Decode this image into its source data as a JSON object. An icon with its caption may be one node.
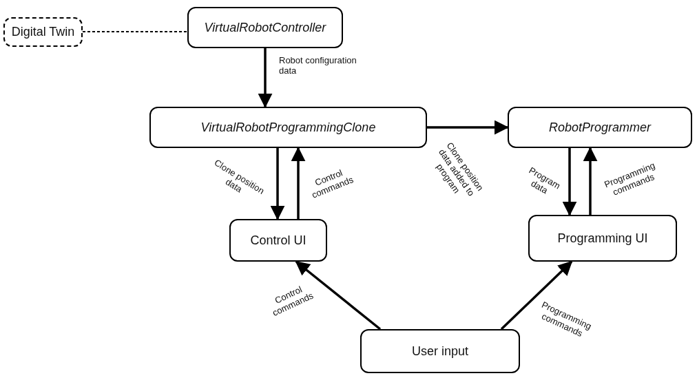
{
  "diagram": {
    "nodes": [
      {
        "text": [
          "Digital Twin"
        ]
      },
      {
        "text": [
          "VirtualRobotController"
        ]
      },
      {
        "text": [
          "VirtualRobotProgrammingClone"
        ]
      },
      {
        "text": [
          "RobotProgrammer"
        ]
      },
      {
        "text": [
          "Control UI"
        ]
      },
      {
        "text": [
          "Programming UI"
        ]
      },
      {
        "text": [
          "User input"
        ]
      }
    ],
    "edges": [
      {
        "from": 0,
        "to": 1,
        "arrow": "none",
        "style": "dashed"
      },
      {
        "from": 1,
        "to": 2,
        "arrow": "to",
        "label": "Robot configuration data"
      },
      {
        "from": 2,
        "to": 3,
        "arrow": "to",
        "label": "Clone position data added to program"
      },
      {
        "from": 2,
        "to": 4,
        "arrow": "to",
        "label": "Clone position data"
      },
      {
        "from": 4,
        "to": 2,
        "arrow": "to",
        "label": "Control commands"
      },
      {
        "from": 3,
        "to": 5,
        "arrow": "to",
        "label": "Program data"
      },
      {
        "from": 5,
        "to": 3,
        "arrow": "to",
        "label": "Programming commands"
      },
      {
        "from": 6,
        "to": 4,
        "arrow": "to",
        "label": "Control commands"
      },
      {
        "from": 6,
        "to": 5,
        "arrow": "to",
        "label": "Programming commands"
      }
    ]
  }
}
